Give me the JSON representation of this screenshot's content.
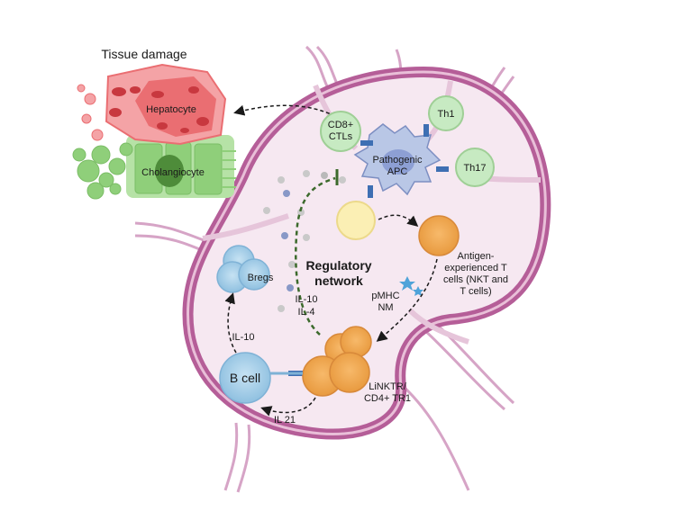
{
  "title": "Tissue damage",
  "tissue": {
    "hepatocyte": "Hepatocyte",
    "cholangiocyte": "Cholangiocyte"
  },
  "center_label_line1": "Regulatory",
  "center_label_line2": "network",
  "cells": {
    "cd8_line1": "CD8+",
    "cd8_line2": "CTLs",
    "th1": "Th1",
    "th17": "Th17",
    "apc_line1": "Pathogenic",
    "apc_line2": "APC",
    "bregs": "Bregs",
    "bcell": "B cell",
    "antigen_line1": "Antigen-",
    "antigen_line2": "experienced T",
    "antigen_line3": "cells (NKT and",
    "antigen_line4": "T cells)",
    "linktr_line1": "LiNKTR/",
    "linktr_line2": "CD4+ TR1"
  },
  "signals": {
    "il10_center_line1": "IL-10",
    "il10_center_line2": "IL-4",
    "il10_left": "IL-10",
    "il21": "IL 21",
    "pmhc_line1": "pMHC",
    "pmhc_line2": "NM"
  },
  "colors": {
    "capsule": "#b55e98",
    "interior": "#f6e8f1",
    "hepatocyte": "#ea6e72",
    "cholangiocyte": "#8fcf7a",
    "orange_cell": "#f0a54e",
    "blue_cell": "#a9d1ea",
    "green_cell": "#c7eac2",
    "yellow_cell": "#fbefb4",
    "apc": "#b9c7e6",
    "dash_green": "#3c6a2c"
  }
}
